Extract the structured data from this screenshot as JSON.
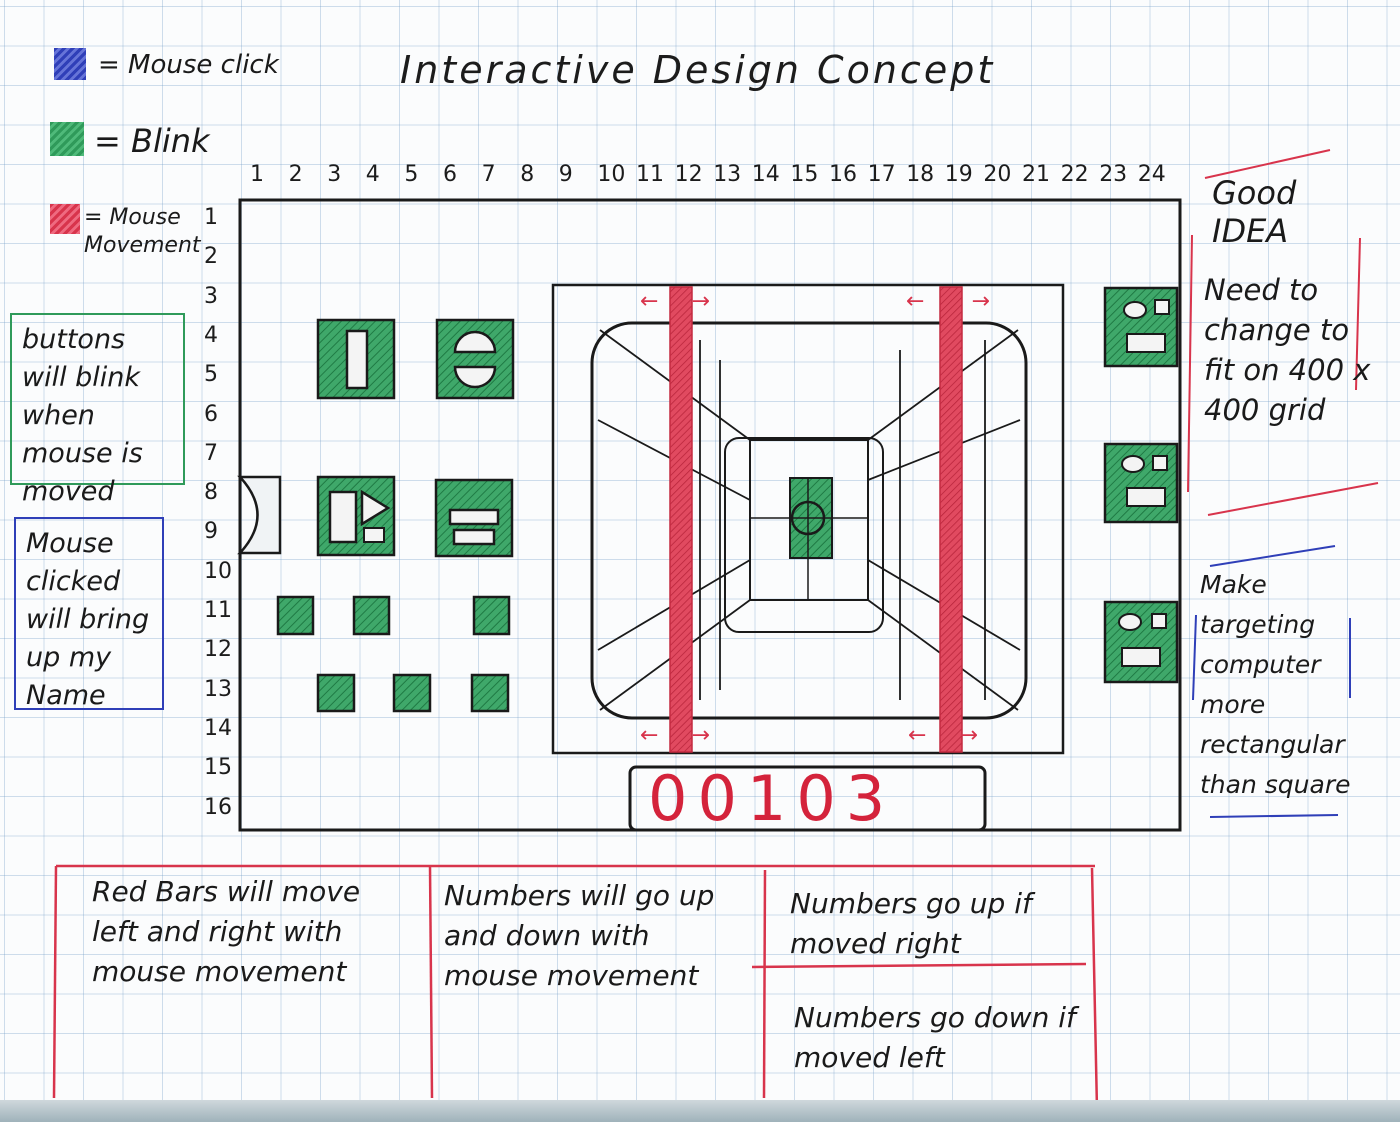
{
  "title": "Interactive Design Concept",
  "legend": {
    "click": {
      "label": "= Mouse click",
      "color": "#2f3fb8"
    },
    "blink": {
      "label": "= Blink",
      "color": "#2f9a5a"
    },
    "movement": {
      "label": "= Mouse Movement",
      "color": "#d8344c"
    }
  },
  "columns": [
    "1",
    "2",
    "3",
    "4",
    "5",
    "6",
    "7",
    "8",
    "9",
    "10",
    "11",
    "12",
    "13",
    "14",
    "15",
    "16",
    "17",
    "18",
    "19",
    "20",
    "21",
    "22",
    "23",
    "24"
  ],
  "rows": [
    "1",
    "2",
    "3",
    "4",
    "5",
    "6",
    "7",
    "8",
    "9",
    "10",
    "11",
    "12",
    "13",
    "14",
    "15",
    "16"
  ],
  "notes": {
    "buttons_blink": "buttons will blink when mouse is moved",
    "mouse_clicked": "Mouse clicked will bring up my Name",
    "good_idea": "Good IDEA",
    "need_change": "Need to change to fit on 400 x 400 grid",
    "make_targeting": "Make targeting computer more rectangular than square"
  },
  "bottom_notes": {
    "red_bars": "Red Bars will move left and right with mouse movement",
    "numbers_updown": "Numbers will go up and down with mouse movement",
    "numbers_up": "Numbers go up if moved right",
    "numbers_down": "Numbers go down if moved left"
  },
  "counter": "00103",
  "arrows": {
    "left": "←",
    "right": "→"
  }
}
